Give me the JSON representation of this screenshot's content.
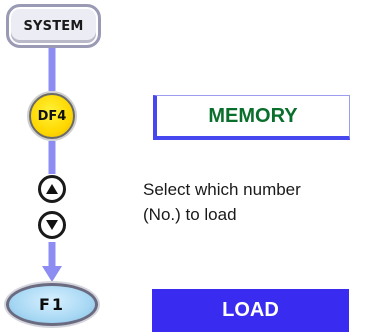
{
  "keys": {
    "system": "SYSTEM",
    "df4": "DF4",
    "up_arrow_icon": "triangle-up-icon",
    "down_arrow_icon": "triangle-down-icon",
    "f1": "F1"
  },
  "screen": {
    "memory_label": "MEMORY",
    "load_label": "LOAD"
  },
  "instruction": {
    "line1": "Select which number",
    "line2": "(No.) to load"
  },
  "colors": {
    "connector": "#8c8cf2",
    "memory_frame": "#4747f0",
    "memory_text": "#0a6e2c",
    "load_background": "#3a2bf0",
    "df4_key": "#ffd800",
    "f1_key": "#a8d8f4"
  }
}
